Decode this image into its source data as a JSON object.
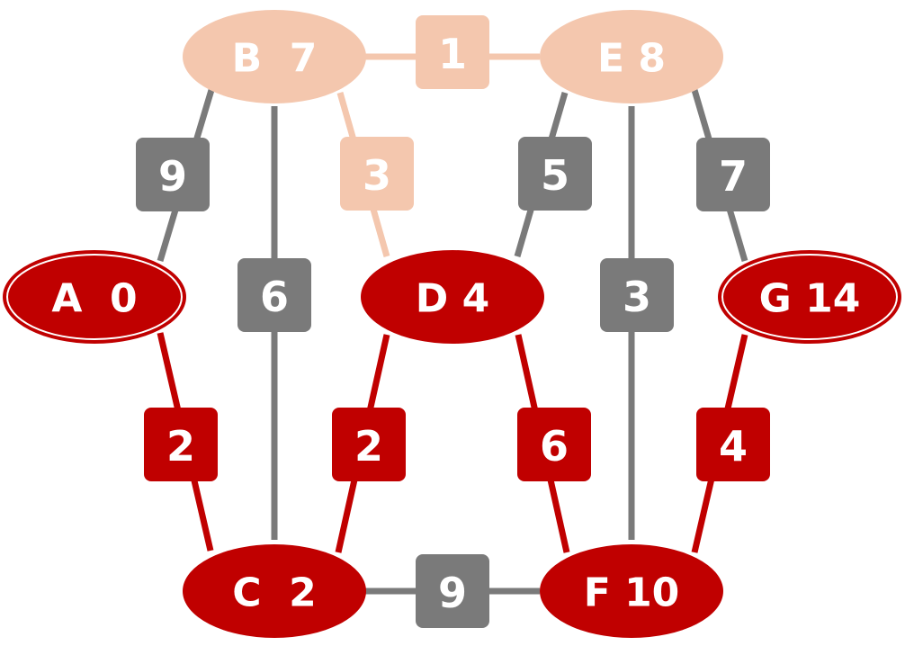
{
  "colors": {
    "highlight": "#c00000",
    "faded": "#f4c7ae",
    "inactive": "#7a7a7a",
    "text": "#ffffff"
  },
  "nodes": [
    {
      "id": "A",
      "label": "A  0",
      "state": "highlight",
      "double_border": true
    },
    {
      "id": "B",
      "label": "B  7",
      "state": "faded",
      "double_border": false
    },
    {
      "id": "C",
      "label": "C  2",
      "state": "highlight",
      "double_border": false
    },
    {
      "id": "D",
      "label": "D 4",
      "state": "highlight",
      "double_border": false
    },
    {
      "id": "E",
      "label": "E 8",
      "state": "faded",
      "double_border": false
    },
    {
      "id": "F",
      "label": "F 10",
      "state": "highlight",
      "double_border": false
    },
    {
      "id": "G",
      "label": "G 14",
      "state": "highlight",
      "double_border": true
    }
  ],
  "edges": [
    {
      "from": "B",
      "to": "E",
      "weight": "1",
      "state": "faded"
    },
    {
      "from": "B",
      "to": "A",
      "weight": "9",
      "state": "inactive"
    },
    {
      "from": "B",
      "to": "C",
      "weight": "6",
      "state": "inactive"
    },
    {
      "from": "B",
      "to": "D",
      "weight": "3",
      "state": "faded"
    },
    {
      "from": "E",
      "to": "D",
      "weight": "5",
      "state": "inactive"
    },
    {
      "from": "E",
      "to": "F",
      "weight": "3",
      "state": "inactive"
    },
    {
      "from": "E",
      "to": "G",
      "weight": "7",
      "state": "inactive"
    },
    {
      "from": "A",
      "to": "C",
      "weight": "2",
      "state": "highlight"
    },
    {
      "from": "D",
      "to": "C",
      "weight": "2",
      "state": "highlight"
    },
    {
      "from": "D",
      "to": "F",
      "weight": "6",
      "state": "highlight"
    },
    {
      "from": "G",
      "to": "F",
      "weight": "4",
      "state": "highlight"
    },
    {
      "from": "C",
      "to": "F",
      "weight": "9",
      "state": "inactive"
    }
  ]
}
